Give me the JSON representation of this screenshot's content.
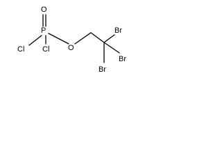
{
  "molecule": {
    "atoms": {
      "oxygen_double": "O",
      "phosphorus": "P",
      "oxygen_ester": "O",
      "chlorine_left": "Cl",
      "chlorine_right": "Cl",
      "bromine_top": "Br",
      "bromine_right": "Br",
      "bromine_bottom": "Br"
    }
  }
}
